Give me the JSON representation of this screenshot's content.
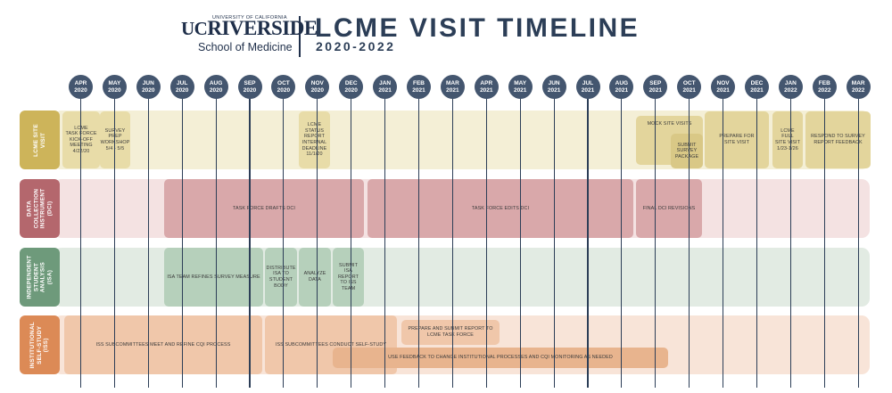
{
  "header": {
    "logo_uc": "UC",
    "logo_riverside": "RIVERSIDE",
    "logo_university": "UNIVERSITY OF CALIFORNIA",
    "logo_school": "School of Medicine",
    "title": "LCME VISIT TIMELINE",
    "subtitle": "2020-2022"
  },
  "months": [
    {
      "m": "APR",
      "y": "2020"
    },
    {
      "m": "MAY",
      "y": "2020"
    },
    {
      "m": "JUN",
      "y": "2020"
    },
    {
      "m": "JUL",
      "y": "2020"
    },
    {
      "m": "AUG",
      "y": "2020"
    },
    {
      "m": "SEP",
      "y": "2020"
    },
    {
      "m": "OCT",
      "y": "2020"
    },
    {
      "m": "NOV",
      "y": "2020"
    },
    {
      "m": "DEC",
      "y": "2020"
    },
    {
      "m": "JAN",
      "y": "2021"
    },
    {
      "m": "FEB",
      "y": "2021"
    },
    {
      "m": "MAR",
      "y": "2021"
    },
    {
      "m": "APR",
      "y": "2021"
    },
    {
      "m": "MAY",
      "y": "2021"
    },
    {
      "m": "JUN",
      "y": "2021"
    },
    {
      "m": "JUL",
      "y": "2021"
    },
    {
      "m": "AUG",
      "y": "2021"
    },
    {
      "m": "SEP",
      "y": "2021"
    },
    {
      "m": "OCT",
      "y": "2021"
    },
    {
      "m": "NOV",
      "y": "2021"
    },
    {
      "m": "DEC",
      "y": "2021"
    },
    {
      "m": "JAN",
      "y": "2022"
    },
    {
      "m": "FEB",
      "y": "2022"
    },
    {
      "m": "MAR",
      "y": "2022"
    }
  ],
  "rows": {
    "lcme": "LCME SITE\nVISIT",
    "dci": "DATA\nCOLLECTION\nINSTRUMENT\n(DCI)",
    "isa": "INDEPENDENT\nSTUDENT\nANALYSIS\n(ISA)",
    "iss": "INSTITUTIONAL\nSELF-STUDY\n(ISS)"
  },
  "tasks": {
    "lcme_kickoff": "LCME\nTASK FORCE\nKICK-OFF\nMEETING\n4/22/20",
    "survey_prep": "SURVEY\nPREP\nWORKSHOP\n5/4 - 5/5",
    "status_report": "LCME\nSTATUS\nREPORT\nINTERNAL\nDEADLINE\n11/1/20",
    "mock_visits": "MOCK SITE VISITS",
    "submit_survey": "SUBMIT\nSURVEY\nPACKAGE",
    "prepare_visit": "PREPARE FOR\nSITE VISIT",
    "full_visit": "LCME FULL\nSITE VISIT\n1/23-1/26",
    "respond_survey": "RESPOND TO SURVEY\nREPORT FEEDBACK",
    "drafts_dci": "TASK FORCE DRAFTS DCI",
    "edits_dci": "TASK FORCE EDITS DCI",
    "final_dci": "FINAL DCI REVISIONS",
    "isa_refines": "ISA TEAM REFINES SURVEY MEASURE",
    "distribute_isa": "DISTRIBUTE\nISA TO\nSTUDENT\nBODY",
    "analyze": "ANALYZE\nDATA",
    "submit_isa": "SUBMIT\nISA REPORT\nTO ISS TEAM",
    "iss_cqi": "ISS SUBCOMMITTEES MEET AND REFINE CQI PROCESS",
    "iss_conduct": "ISS SUBCOMMITTEES CONDUCT SELF-STUDY",
    "prepare_report": "PREPARE AND SUBMIT REPORT TO\nLCME TASK FORCE",
    "use_feedback": "USE FEEDBACK TO CHANGE INSTITUTIONAL PROCESSES AND CQI MONITORING AS NEEDED"
  },
  "colors": {
    "lcme_band": "#f4efd6",
    "lcme_tab": "#cdb45a",
    "lcme_box": "#e8dca8",
    "lcme_box_dark": "#d9c886",
    "dci_band": "#f4e2e2",
    "dci_tab": "#b4676d",
    "dci_box": "#d9a8aa",
    "isa_band": "#e2ebe3",
    "isa_tab": "#6e9a7b",
    "isa_box": "#b6d0bb",
    "iss_band": "#f8e4d8",
    "iss_tab": "#dc8a56",
    "iss_box": "#f0c7aa",
    "iss_box_dark": "#e8b48e",
    "month_circle": "#44566f"
  }
}
